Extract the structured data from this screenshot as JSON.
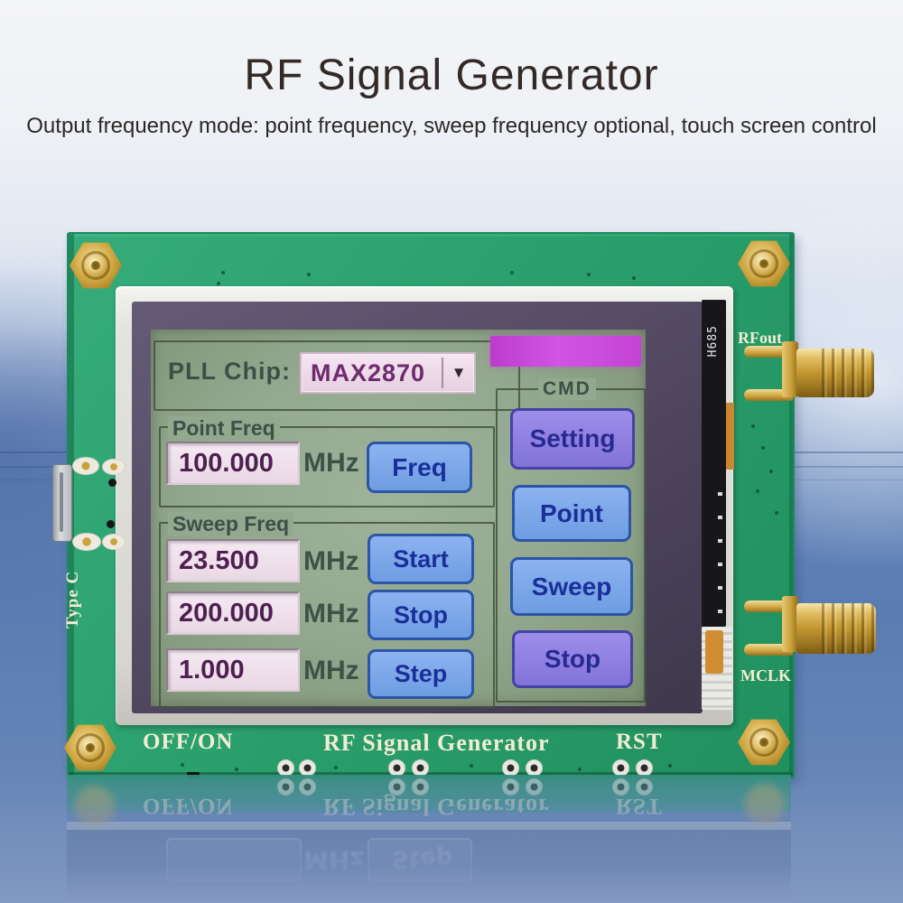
{
  "header": {
    "title": "RF Signal Generator",
    "subtitle": "Output frequency mode: point frequency, sweep frequency optional, touch screen control"
  },
  "screen": {
    "pll": {
      "label": "PLL Chip:",
      "value": "MAX2870",
      "arrow": "▼"
    },
    "indicator_color": "#c843d8",
    "cmd": {
      "label": "CMD",
      "buttons": [
        {
          "label": "Setting",
          "style": "purple"
        },
        {
          "label": "Point",
          "style": "blue"
        },
        {
          "label": "Sweep",
          "style": "blue"
        },
        {
          "label": "Stop",
          "style": "purple"
        }
      ]
    },
    "point_freq": {
      "label": "Point Freq",
      "value": "100.000",
      "unit": "MHz",
      "button": "Freq"
    },
    "sweep_freq": {
      "label": "Sweep Freq",
      "rows": [
        {
          "value": "23.500",
          "unit": "MHz",
          "button": "Start"
        },
        {
          "value": "200.000",
          "unit": "MHz",
          "button": "Stop"
        },
        {
          "value": "1.000",
          "unit": "MHz",
          "button": "Step"
        }
      ]
    }
  },
  "board": {
    "power_label": "OFF/ON",
    "name": "RF Signal Generator",
    "reset_label": "RST",
    "rf_out_label": "RFout",
    "mclk_label": "MCLK",
    "usb_label": "Type C",
    "lcd_marking": "H685"
  },
  "colors": {
    "pcb_green": "#2aa06d",
    "screen_bg": "#93a88f",
    "button_blue": "#76a3e4",
    "button_purple": "#8d7ee2",
    "indicator_magenta": "#c843d8",
    "input_pink": "#eedeea",
    "silkscreen_cream": "#f2ecd4"
  }
}
